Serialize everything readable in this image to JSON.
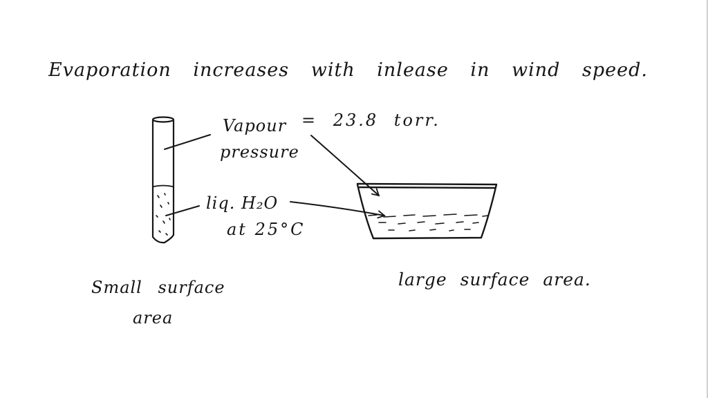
{
  "title": "Evaporation increases with inlease in wind speed.",
  "labels": {
    "vapour_line1": "Vapour",
    "vapour_equation": "= 23.8 torr.",
    "vapour_line2": "pressure",
    "liquid": "liq. H₂O",
    "temperature": "at 25°C",
    "small_area_line1": "Small surface",
    "small_area_line2": "area",
    "large_area": "large surface area."
  },
  "colors": {
    "ink": "#151515",
    "background": "#ffffff"
  }
}
